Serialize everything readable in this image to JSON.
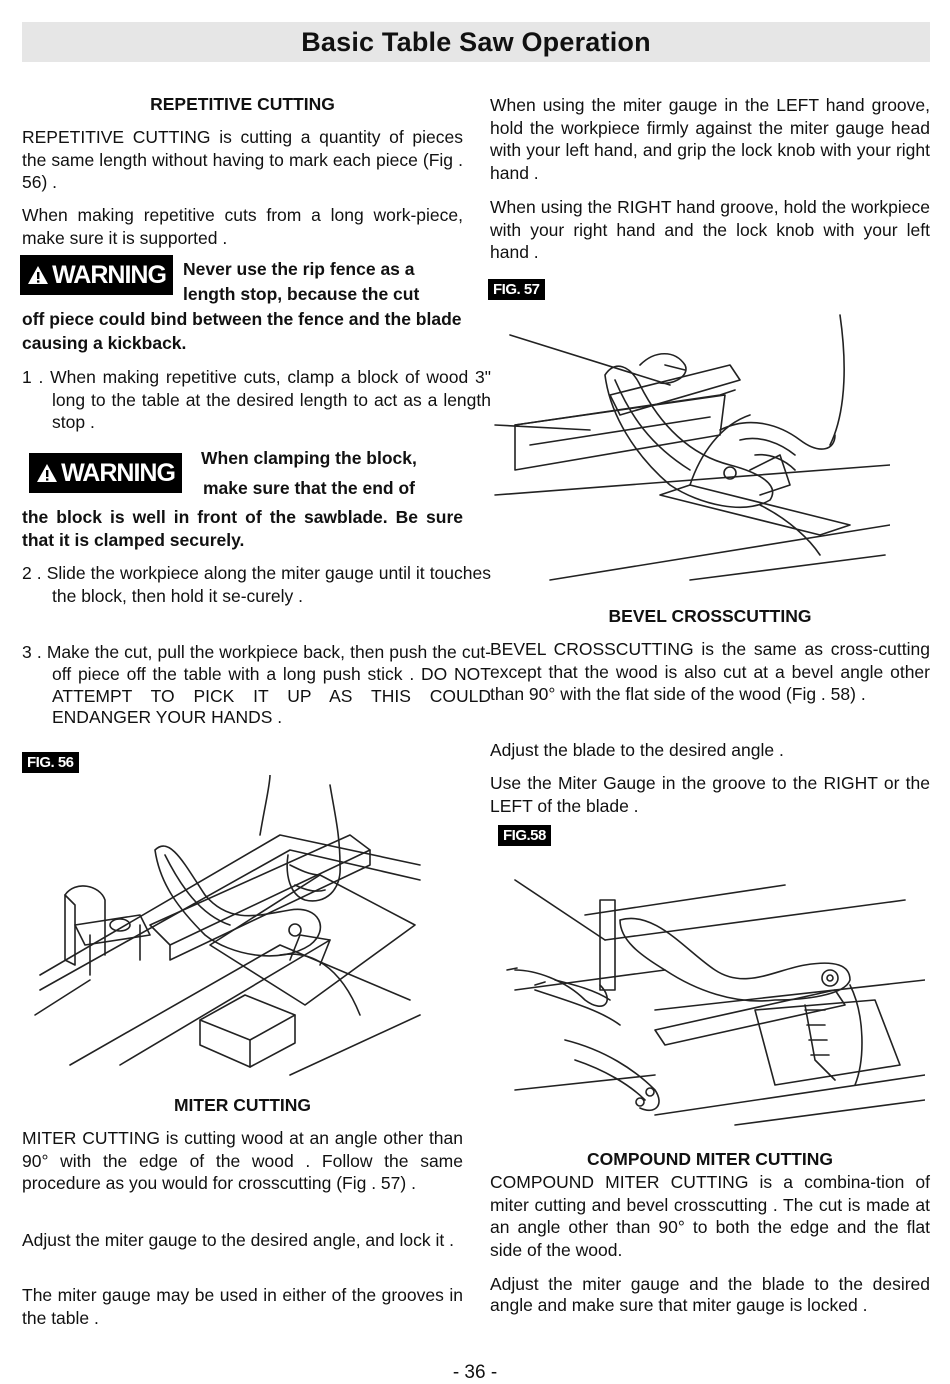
{
  "page_title": "Basic Table Saw Operation",
  "repetitive": {
    "heading": "REPETITIVE CUTTING",
    "p1": "REPETITIVE CUTTING is cutting a quantity of pieces the same length without having to mark each piece (Fig . 56) .",
    "p2": "When making repetitive cuts from a long work-piece, make sure it is supported .",
    "warning1_badge": "WARNING",
    "warning1_line1": "Never use the rip fence as a",
    "warning1_line2": "length stop, because the cut",
    "warning1_rest": "off piece could bind between the fence and the blade causing a kickback.",
    "step1": "1 . When making repetitive cuts, clamp a block of wood 3\" long to the table at the desired length to act as a length stop .",
    "warning2_badge": "WARNING",
    "warning2_line1": "When clamping the block,",
    "warning2_line2": "make sure that the end of",
    "warning2_rest": "the block is well in front of the sawblade. Be sure that it is clamped securely.",
    "step2": "2 . Slide the workpiece along the miter gauge until it touches the block, then hold it se-curely .",
    "step3": "3 . Make the cut, pull the workpiece back, then push the cut-off piece off the table with a long push stick . DO NOT ATTEMPT TO PICK IT UP AS THIS COULD ENDANGER YOUR HANDS .",
    "fig_label": "FIG. 56"
  },
  "miter": {
    "heading": "MITER CUTTING",
    "p1": "MITER CUTTING is cutting wood at an angle other than 90° with the edge of the wood . Follow the same procedure as you would for crosscutting (Fig . 57) .",
    "p2": "Adjust the miter gauge to the desired angle, and lock it .",
    "p3": "The miter gauge may be used in either of the grooves in the table .",
    "p4": "When using the miter gauge in the LEFT hand groove, hold the workpiece firmly against the miter gauge head with your left hand, and grip the lock knob with your right hand .",
    "p5": "When using the RIGHT hand groove, hold the workpiece with your right hand and the lock knob with your left hand .",
    "fig_label": "FIG. 57"
  },
  "bevel": {
    "heading": "BEVEL CROSSCUTTING",
    "p1": "BEVEL CROSSCUTTING is the same as cross-cutting except that the wood is also cut at a bevel angle other than 90° with the flat side of the wood (Fig . 58) .",
    "p2": "Adjust the blade to the desired angle .",
    "p3": "Use the Miter Gauge in the groove to the RIGHT or the LEFT of the blade .",
    "fig_label": "FIG.58"
  },
  "compound": {
    "heading": "COMPOUND MITER CUTTING",
    "p1": "COMPOUND MITER CUTTING is a combina-tion of miter cutting and bevel crosscutting . The cut is made at an angle other than 90° to both the edge and the flat side of the wood.",
    "p2": "Adjust the miter gauge and the blade to the desired angle and make sure that miter gauge is locked ."
  },
  "page_number": "- 36 -"
}
